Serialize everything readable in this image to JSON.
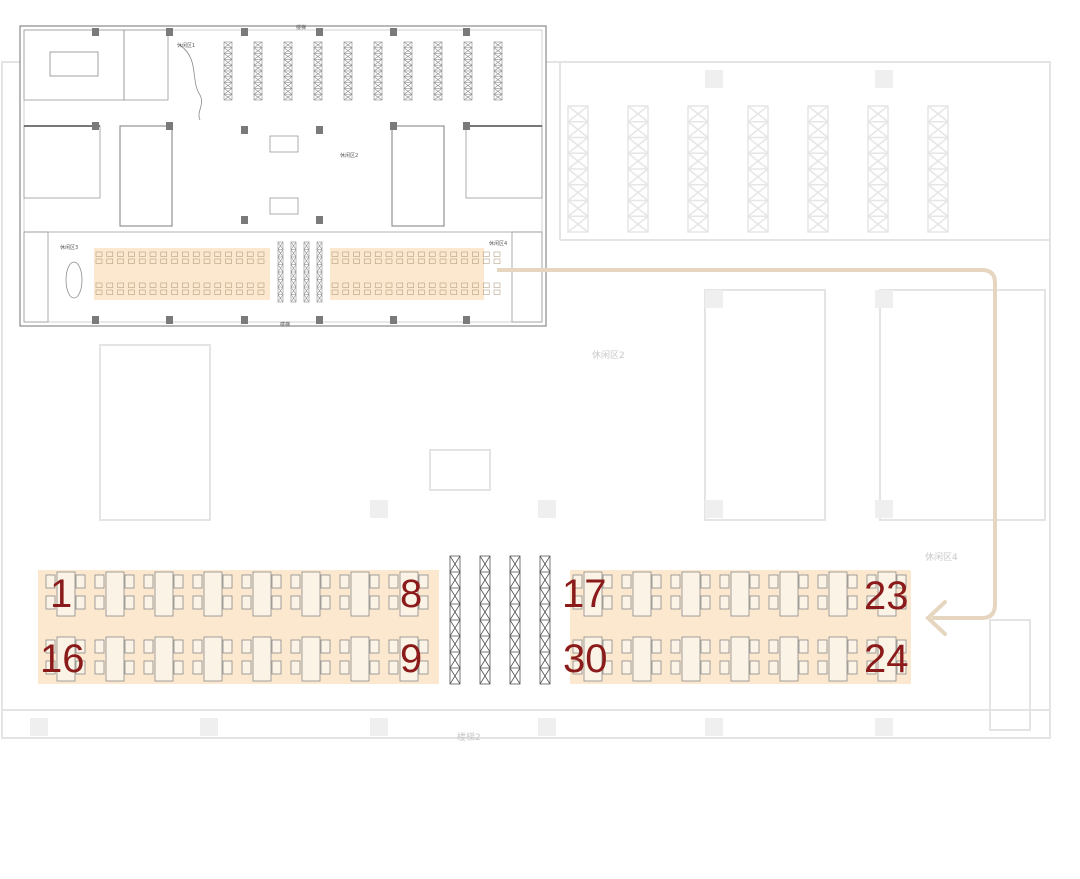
{
  "colors": {
    "highlight": "#fbe8cf",
    "arrow": "#e6d6c0",
    "label": "#8b1a1a",
    "line": "#8a8a8a",
    "faint_line": "#e2e2e2"
  },
  "map": {
    "top_label": "楼梯",
    "bottom_label": "楼梯",
    "room_labels": [
      "休闲区1",
      "休闲区2",
      "休闲区3",
      "休闲区4"
    ],
    "detail_faint_label": "休闲区2",
    "detail_faint_label_2": "休闲区4",
    "detail_bottom_label": "楼梯2"
  },
  "seat_numbers": {
    "left_block": {
      "top_left": "1",
      "top_right": "8",
      "bottom_left": "16",
      "bottom_right": "9"
    },
    "right_block": {
      "top_left": "17",
      "top_right": "23",
      "bottom_left": "30",
      "bottom_right": "24"
    }
  }
}
